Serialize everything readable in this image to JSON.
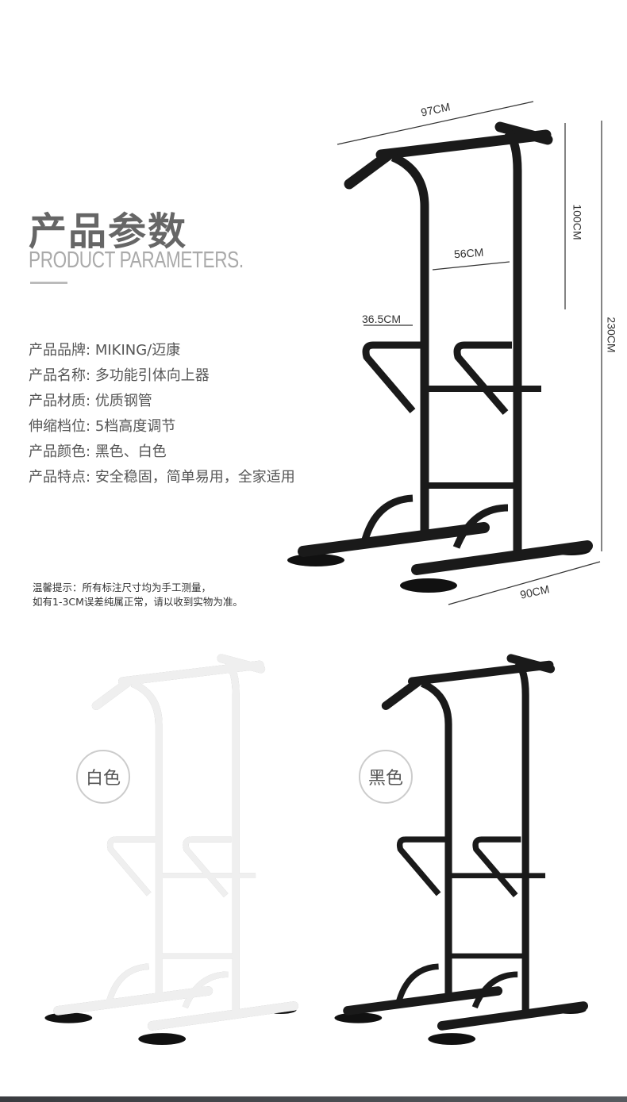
{
  "header": {
    "title_cn": "产品参数",
    "title_en": "PRODUCT PARAMETERS."
  },
  "specs": [
    {
      "label": "产品品牌:",
      "value": "MIKING/迈康"
    },
    {
      "label": "产品名称:",
      "value": "多功能引体向上器"
    },
    {
      "label": "产品材质:",
      "value": "优质钢管"
    },
    {
      "label": "伸缩档位:",
      "value": "5档高度调节"
    },
    {
      "label": "产品颜色:",
      "value": "黑色、白色"
    },
    {
      "label": "产品特点:",
      "value": "安全稳固，简单易用，全家适用"
    }
  ],
  "note": {
    "line1": "温馨提示：所有标注尺寸均为手工测量，",
    "line2": "如有1-3CM误差纯属正常，请以收到实物为准。"
  },
  "dimensions": {
    "width": "97CM",
    "upper_height": "100CM",
    "total_height": "230CM",
    "inner_width": "56CM",
    "dip_width": "36.5CM",
    "base_depth": "90CM"
  },
  "colors": {
    "white_label": "白色",
    "black_label": "黑色",
    "frame_black": "#1a1a1a",
    "frame_white": "#f2f2f2"
  }
}
